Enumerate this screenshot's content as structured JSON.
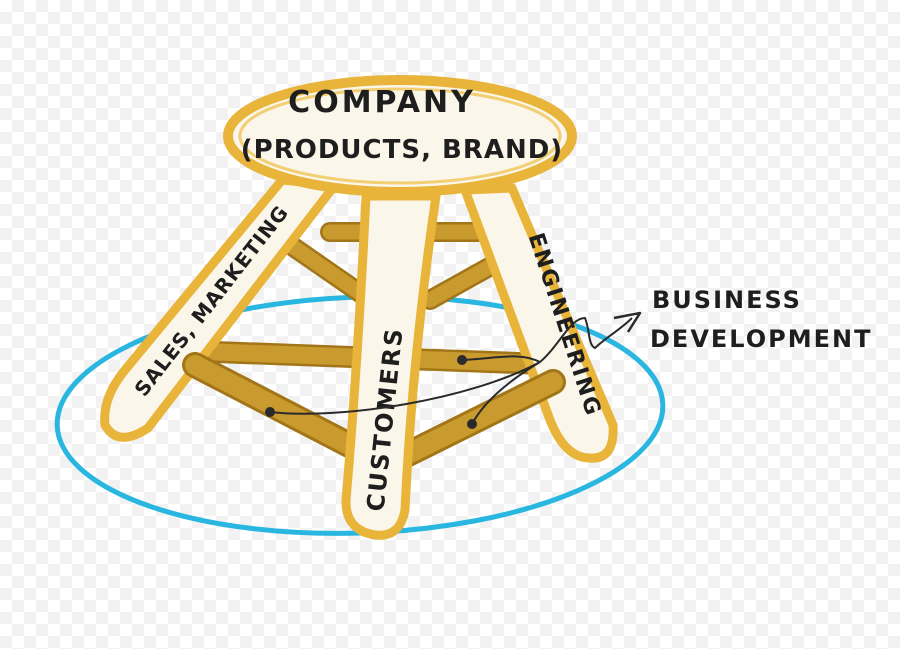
{
  "seat": {
    "line1": "COMPANY",
    "line2": "(PRODUCTS, BRAND)"
  },
  "legs": {
    "left": "SALES, MARKETING",
    "middle": "CUSTOMERS",
    "right": "ENGINEERING"
  },
  "annotation": {
    "line1": "BUSINESS",
    "line2": "DEVELOPMENT"
  },
  "colors": {
    "wood_outline": "#e8b43a",
    "leg_fill": "#fbf6ea",
    "rung": "#c99a2e",
    "rung_dark": "#a27618",
    "ground": "#29b6e0",
    "ink": "#1e1e1e"
  }
}
